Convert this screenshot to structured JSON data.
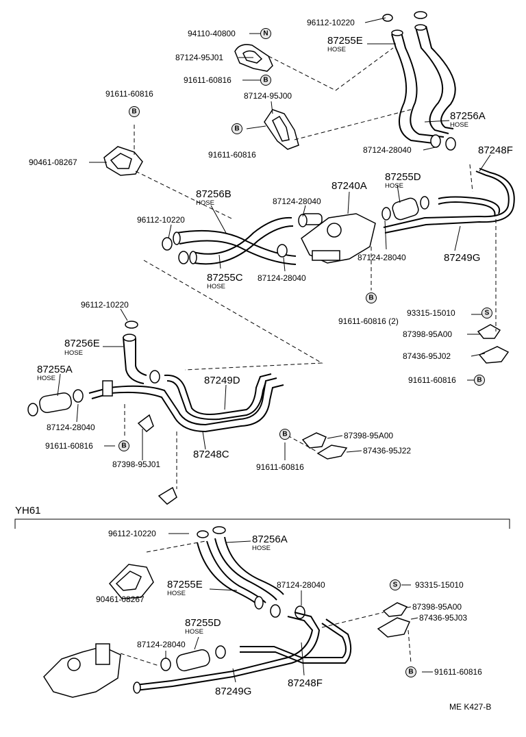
{
  "section_label": "YH61",
  "footer": "ME  K427-B",
  "symbols": {
    "N": "N",
    "B": "B",
    "S": "S"
  },
  "labels": {
    "l96112_top": "96112-10220",
    "l94110": "94110-40800",
    "l87124_95J01_top": "87124-95J01",
    "l91611_a": "91611-60816",
    "l87255E": "87255E",
    "l87124_95J00": "87124-95J00",
    "l91611_b": "91611-60816",
    "l91611_c": "91611-60816",
    "l87256A": "87256A",
    "l87124_28040_a": "87124-28040",
    "l87248F": "87248F",
    "l90461": "90461-08267",
    "l87256B": "87256B",
    "l96112_mid": "96112-10220",
    "l87124_28040_b": "87124-28040",
    "l87240A": "87240A",
    "l87255D": "87255D",
    "l87124_28040_c": "87124-28040",
    "l87249G": "87249G",
    "l87255C": "87255C",
    "l87124_28040_d": "87124-28040",
    "l91611_d": "91611-60816 (2)",
    "l93315": "93315-15010",
    "l87398_95A00": "87398-95A00",
    "l87436_95J02": "87436-95J02",
    "l91611_e": "91611-60816",
    "l96112_low": "96112-10220",
    "l87256E": "87256E",
    "l87255A": "87255A",
    "l87249D": "87249D",
    "l87124_28040_e": "87124-28040",
    "l91611_f": "91611-60816",
    "l87248C": "87248C",
    "l87398_95J01": "87398-95J01",
    "l87398_95A00_b": "87398-95A00",
    "l87436_95J22": "87436-95J22",
    "l91611_g": "91611-60816",
    "y_96112": "96112-10220",
    "y_87256A": "87256A",
    "y_90461": "90461-08267",
    "y_87255E": "87255E",
    "y_87124_28040_a": "87124-28040",
    "y_93315": "93315-15010",
    "y_87398": "87398-95A00",
    "y_87436": "87436-95J03",
    "y_87255D": "87255D",
    "y_87124_28040_b": "87124-28040",
    "y_87249G": "87249G",
    "y_87248F": "87248F",
    "y_91611": "91611-60816"
  },
  "hose_word": "HOSE"
}
